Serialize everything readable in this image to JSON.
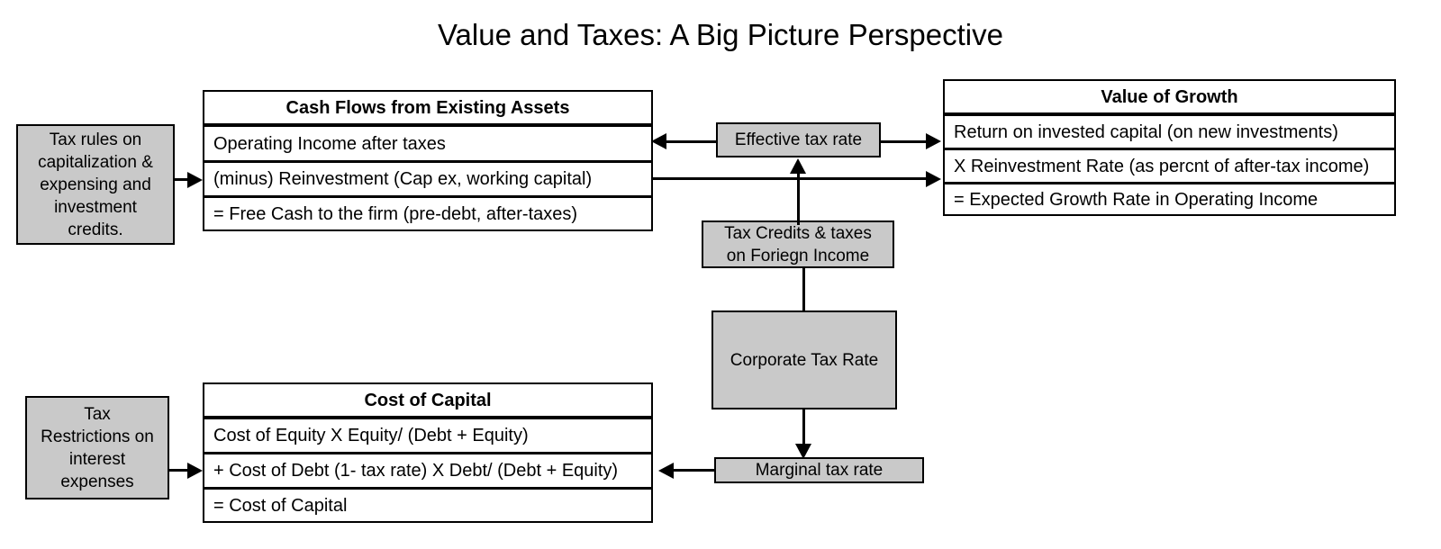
{
  "diagram": {
    "title": "Value and Taxes: A Big Picture Perspective",
    "accent_gray": "#c9c9c9",
    "line_color": "#000000",
    "background": "#ffffff"
  },
  "tax_rules_box": {
    "label": "Tax rules on capitalization & expensing and investment credits.",
    "line1": "Tax rules on",
    "line2": "capitalization &",
    "line3": "expensing and",
    "line4": "investment",
    "line5": "credits."
  },
  "tax_restrictions_box": {
    "label": "Tax Restrictions on interest expenses",
    "line1": "Tax",
    "line2": "Restrictions on",
    "line3": "interest",
    "line4": "expenses"
  },
  "cash_flows_table": {
    "header": "Cash Flows from Existing Assets",
    "rows": [
      "Operating Income after taxes",
      "(minus) Reinvestment (Cap ex, working capital)",
      "= Free Cash to the firm (pre-debt, after-taxes)"
    ]
  },
  "value_of_growth_table": {
    "header": "Value of Growth",
    "rows": [
      "Return on invested capital (on new investments)",
      "X Reinvestment Rate (as percnt of after-tax income)",
      "= Expected Growth Rate in Operating Income"
    ]
  },
  "cost_of_capital_table": {
    "header": "Cost of Capital",
    "rows": [
      "Cost of Equity X Equity/ (Debt + Equity)",
      "+ Cost of Debt (1- tax rate)  X Debt/ (Debt + Equity)",
      "= Cost of Capital"
    ]
  },
  "effective_tax_rate_box": {
    "label": "Effective tax rate"
  },
  "tax_credits_box": {
    "label": "Tax Credits & taxes on Foriegn Income",
    "line1": "Tax Credits & taxes",
    "line2": "on Foriegn Income"
  },
  "corporate_tax_rate_box": {
    "label": "Corporate Tax Rate"
  },
  "marginal_tax_rate_box": {
    "label": "Marginal tax rate"
  }
}
